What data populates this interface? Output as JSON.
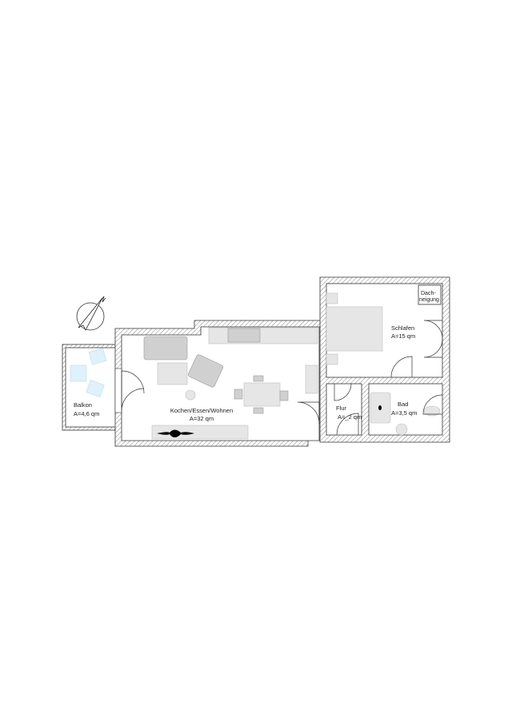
{
  "rooms": {
    "balkon": {
      "name": "Balkon",
      "area": "A=4,6 qm"
    },
    "wohnen": {
      "name": "Kochen/Essen/Wohnen",
      "area": "A=32 qm"
    },
    "schlafen": {
      "name": "Schlafen",
      "area": "A=15 qm"
    },
    "flur": {
      "name": "Flur",
      "area": "A=_2 qm"
    },
    "bad": {
      "name": "Bad",
      "area": "A=3,5 qm"
    }
  },
  "annotation": {
    "line1": "Dach-",
    "line2": "neigung"
  },
  "compass": {
    "icon": "north-arrow-icon",
    "label": "N"
  },
  "colors": {
    "wall": "#333333",
    "furniture": "#e6e6e6",
    "balcony_furniture": "#dff1fa"
  }
}
